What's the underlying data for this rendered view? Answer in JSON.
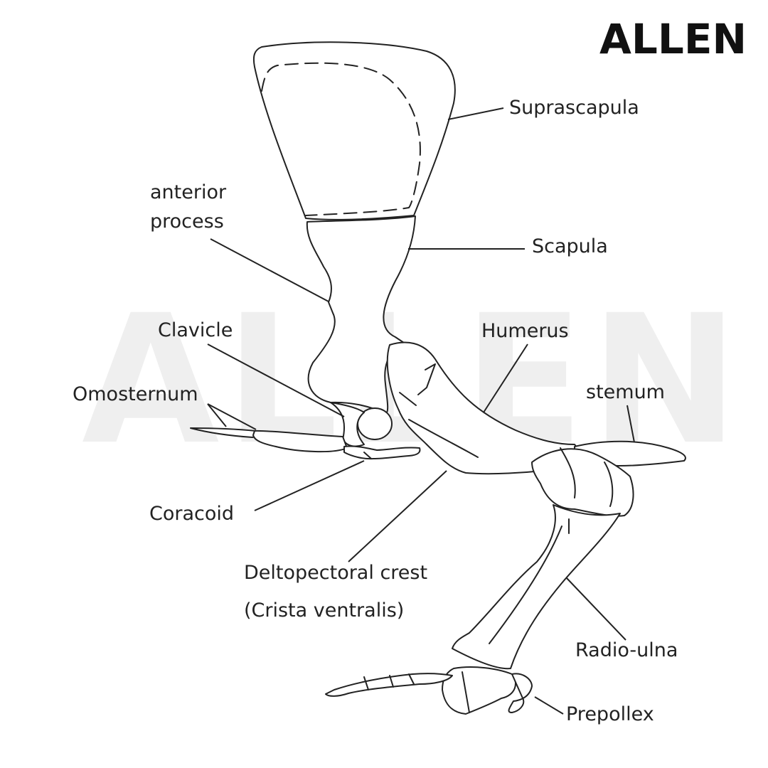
{
  "watermark": "ALLEN",
  "logo": "ALLEN",
  "labels": {
    "suprascapula": "Suprascapula",
    "anterior_process_line1": "anterior",
    "anterior_process_line2": "process",
    "scapula": "Scapula",
    "clavicle": "Clavicle",
    "humerus": "Humerus",
    "omosternum": "Omosternum",
    "stemum": "stemum",
    "coracoid": "Coracoid",
    "deltopectoral_line1": "Deltopectoral crest",
    "deltopectoral_line2": "(Crista ventralis)",
    "radio_ulna": "Radio-ulna",
    "prepollex": "Prepollex"
  },
  "colors": {
    "line": "#222222",
    "watermark": "#efefef",
    "logo": "#111111",
    "background": "#ffffff"
  }
}
